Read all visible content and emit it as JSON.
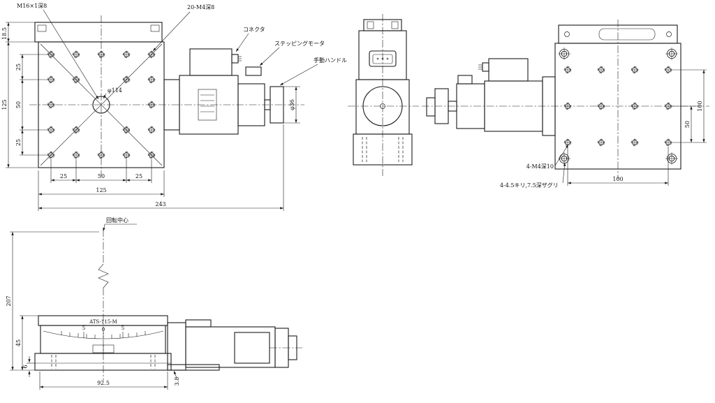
{
  "plan_view": {
    "label_center_thread": "M16×1深8",
    "label_holes": "20-M4深8",
    "label_connector": "コネクタ",
    "label_motor": "ステッピングモータ",
    "label_handle": "手動ハンドル",
    "dim_phi114": "φ114",
    "dim_phi36": "φ36",
    "dim_18_5": "18.5",
    "dim_125_left": "125",
    "dim_25_top": "25",
    "dim_50_left": "50",
    "dim_25_bottom": "25",
    "dim_25_b1": "25",
    "dim_50_b": "50",
    "dim_25_b2": "25",
    "dim_125_bottom": "125",
    "dim_243": "243"
  },
  "rear_view": {
    "label_m4_holes": "4-M4深10",
    "label_counterbore": "4-4.5キリ,7.5深ザグリ",
    "dim_50": "50",
    "dim_100_right": "100",
    "dim_100_bottom": "100"
  },
  "front_view": {
    "label_rotation_center": "回転中心",
    "label_model": "ATS-115-M",
    "dim_207": "207",
    "dim_45": "45",
    "dim_6": "6",
    "dim_3_8": "3.8",
    "dim_92_5": "92.5",
    "scale_5_left": "5",
    "scale_0": "0",
    "scale_5_right": "5"
  }
}
